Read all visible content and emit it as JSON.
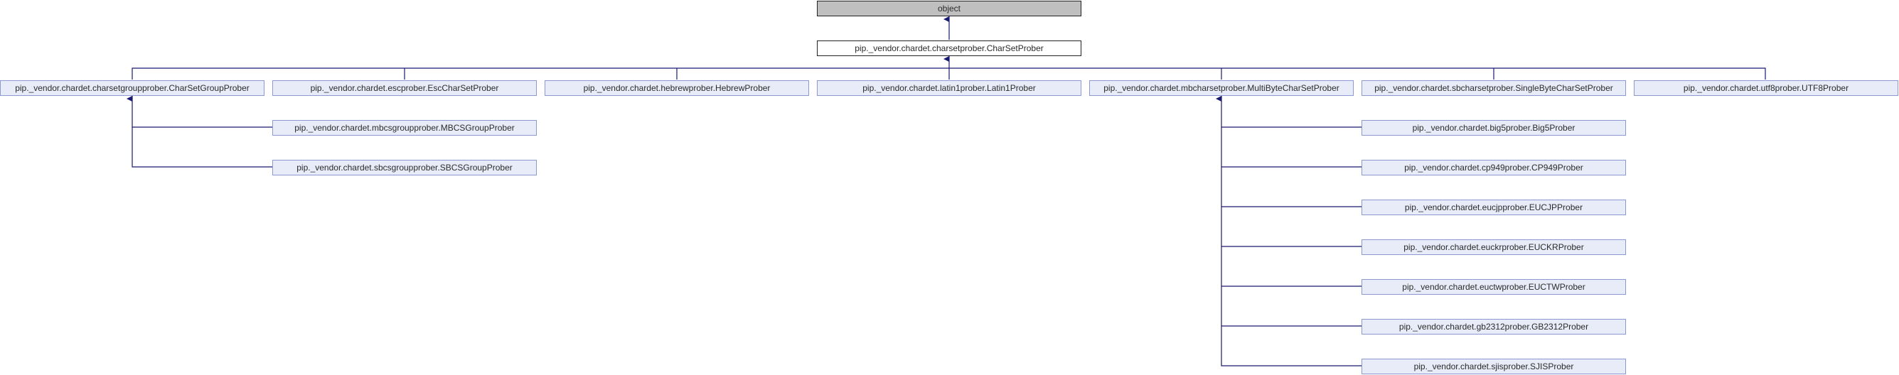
{
  "diagram": {
    "root": "object",
    "base": "pip._vendor.chardet.charsetprober.CharSetProber",
    "level2": [
      "pip._vendor.chardet.charsetgroupprober.CharSetGroupProber",
      "pip._vendor.chardet.escprober.EscCharSetProber",
      "pip._vendor.chardet.hebrewprober.HebrewProber",
      "pip._vendor.chardet.latin1prober.Latin1Prober",
      "pip._vendor.chardet.mbcharsetprober.MultiByteCharSetProber",
      "pip._vendor.chardet.sbcharsetprober.SingleByteCharSetProber",
      "pip._vendor.chardet.utf8prober.UTF8Prober"
    ],
    "group_children": [
      "pip._vendor.chardet.mbcsgroupprober.MBCSGroupProber",
      "pip._vendor.chardet.sbcsgroupprober.SBCSGroupProber"
    ],
    "multibyte_children": [
      "pip._vendor.chardet.big5prober.Big5Prober",
      "pip._vendor.chardet.cp949prober.CP949Prober",
      "pip._vendor.chardet.eucjpprober.EUCJPProber",
      "pip._vendor.chardet.euckrprober.EUCKRProber",
      "pip._vendor.chardet.euctwprober.EUCTWProber",
      "pip._vendor.chardet.gb2312prober.GB2312Prober",
      "pip._vendor.chardet.sjisprober.SJISProber"
    ],
    "colors": {
      "edge": "#191970",
      "node_fill": "#e8ecf8",
      "node_border": "#8b9ad0",
      "root_fill": "#bfbfbf"
    }
  }
}
